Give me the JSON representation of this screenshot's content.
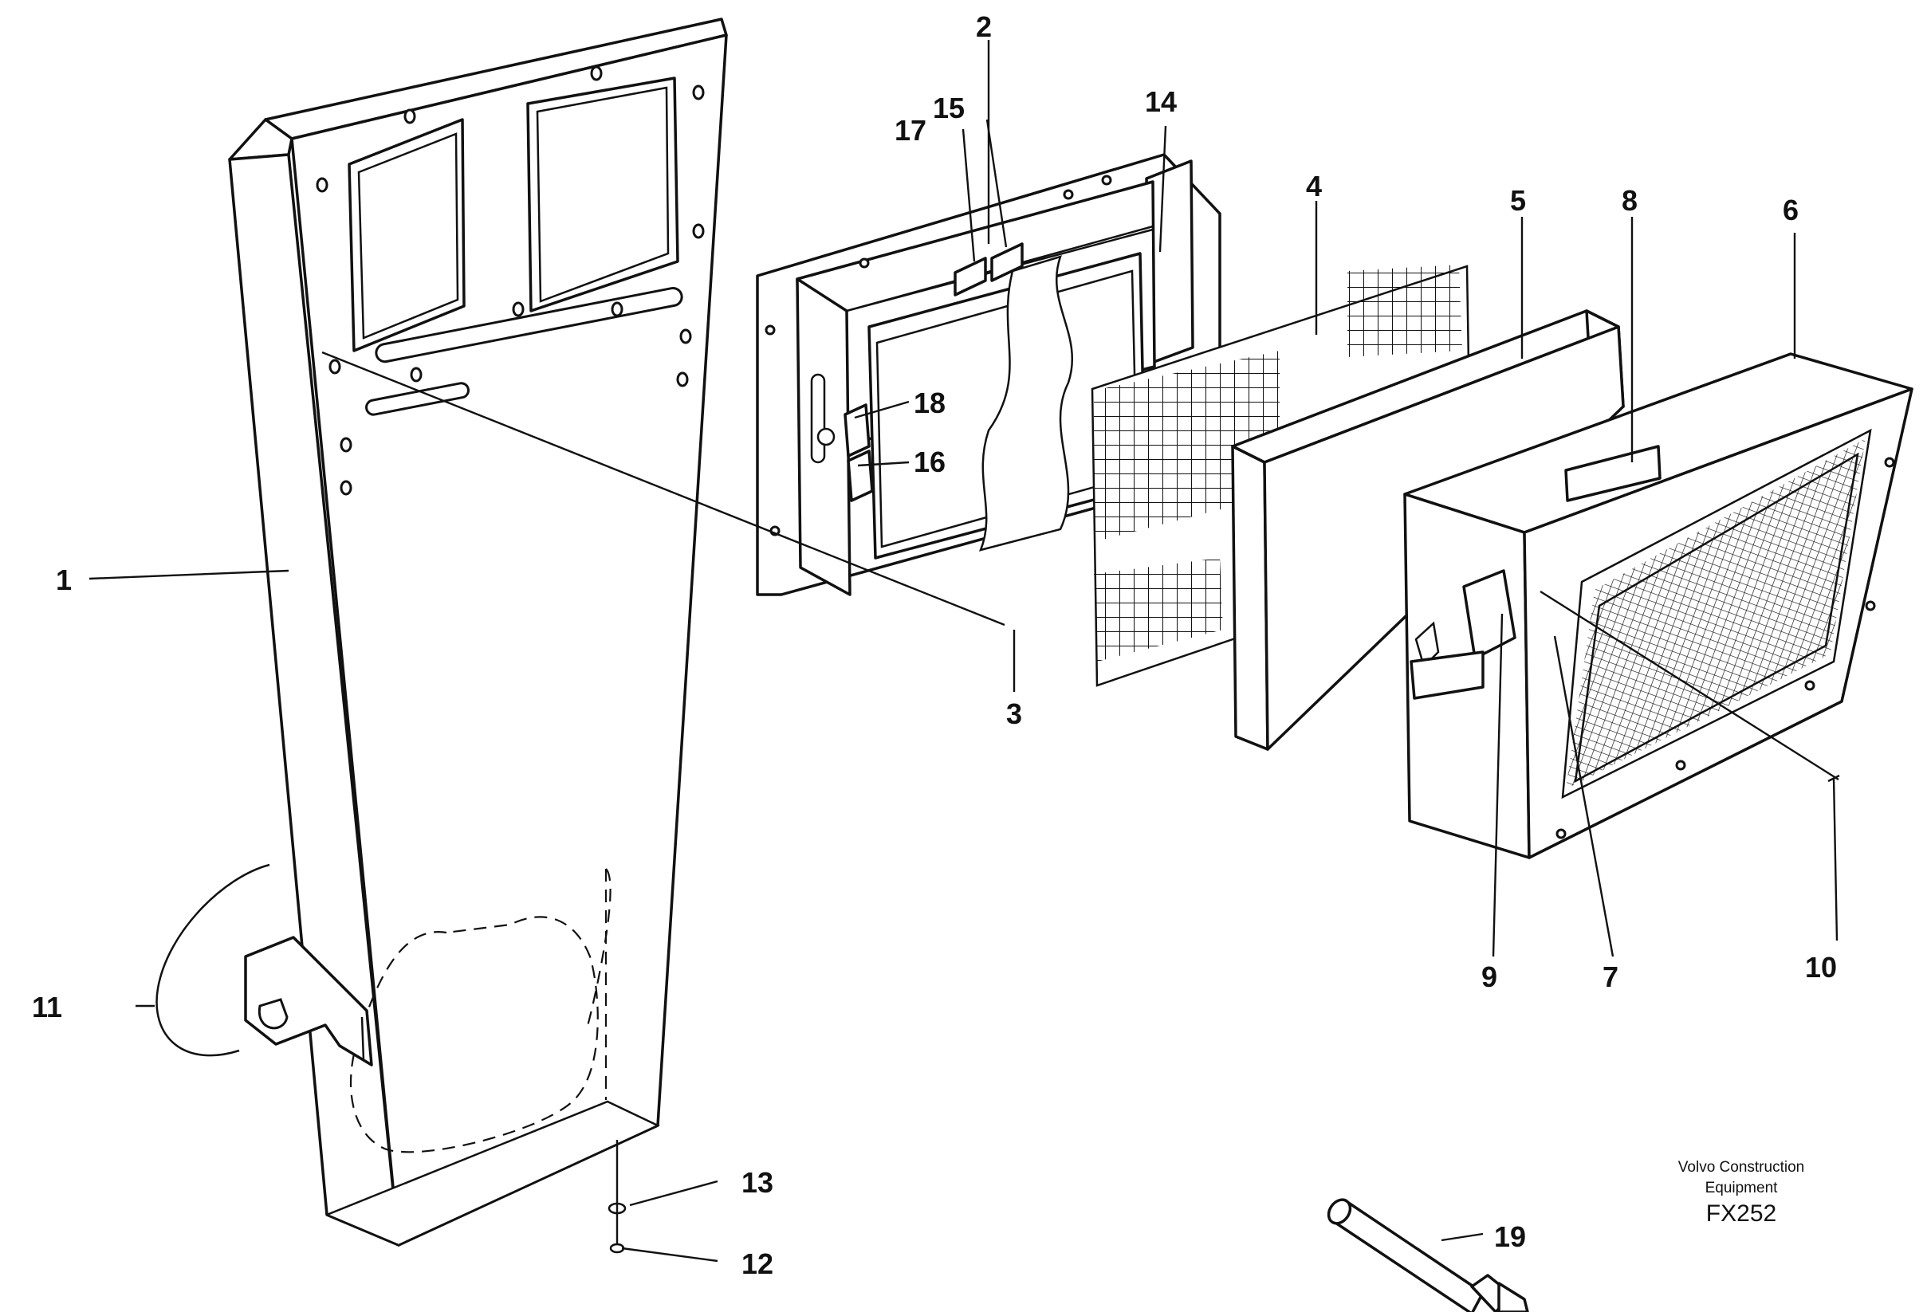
{
  "callouts": {
    "c1": "1",
    "c2": "2",
    "c3": "3",
    "c4": "4",
    "c5": "5",
    "c6": "6",
    "c7": "7",
    "c8": "8",
    "c9": "9",
    "c10": "10",
    "c11": "11",
    "c12": "12",
    "c13": "13",
    "c14": "14",
    "c15": "15",
    "c16": "16",
    "c17": "17",
    "c18": "18",
    "c19": "19"
  },
  "caption": {
    "line1": "Volvo Construction",
    "line2": "Equipment",
    "code": "FX252"
  }
}
